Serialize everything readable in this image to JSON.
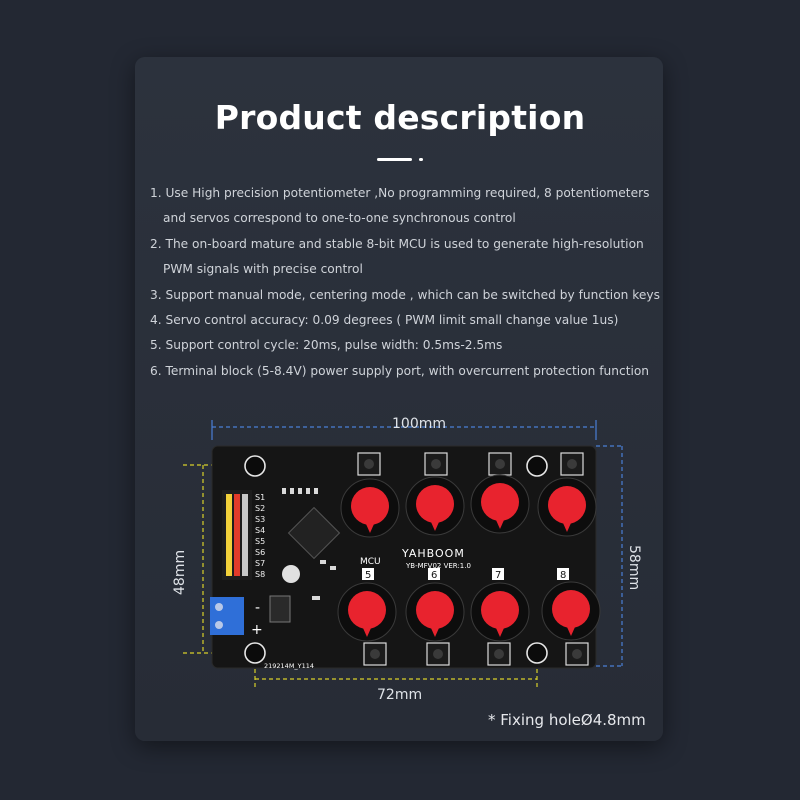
{
  "title": "Product description",
  "description": [
    [
      "1. Use High precision potentiometer ,No programming required, 8 potentiometers",
      "and servos correspond to one-to-one synchronous control"
    ],
    [
      "2. The on-board mature and stable 8-bit MCU is used to generate high-resolution",
      "PWM signals with precise control"
    ],
    [
      "3. Support manual mode, centering mode , which can be switched by function keys"
    ],
    [
      "4. Servo control accuracy: 0.09 degrees ( PWM limit small change value 1us)"
    ],
    [
      "5. Support control cycle: 20ms, pulse width: 0.5ms-2.5ms"
    ],
    [
      "6. Terminal block (5-8.4V) power supply port, with overcurrent protection function"
    ]
  ],
  "dimensions": {
    "width": "100mm",
    "height_left": "48mm",
    "height_right": "58mm",
    "hole_spacing": "72mm",
    "fixing_hole": "* Fixing holeØ4.8mm"
  },
  "board": {
    "brand": "YAHBOOM",
    "model": "YB-MFV02  VER:1.0",
    "mcu_label": "MCU",
    "serial": "219214M_Y114",
    "channels": [
      "S1",
      "S2",
      "S3",
      "S4",
      "S5",
      "S6",
      "S7",
      "S8"
    ],
    "knob_numbers": [
      "5",
      "6",
      "7",
      "8"
    ],
    "polarity": [
      "-",
      "+"
    ]
  },
  "colors": {
    "background": "#232833",
    "card": "#2c323d",
    "pcb": "#151515",
    "knob": "#e8232e",
    "dimension_line": "#4a7fd6",
    "dimension_line_alt": "#d8d02a",
    "terminal_block": "#2f6fd8"
  }
}
